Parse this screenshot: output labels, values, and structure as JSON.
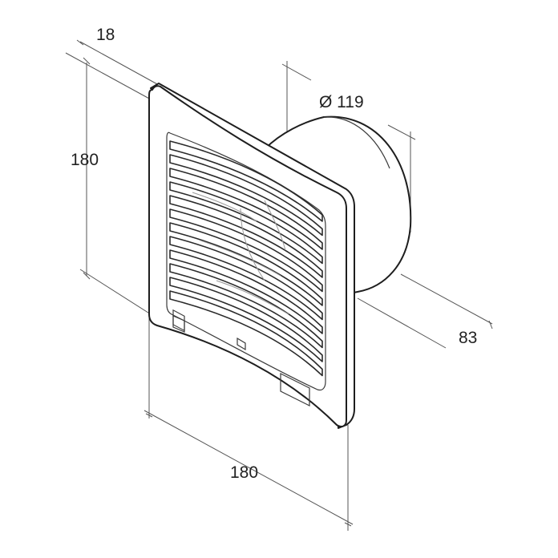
{
  "dimensions": {
    "frame_depth": "18",
    "height": "180",
    "diameter": "Ø 119",
    "spigot_length": "83",
    "width": "180"
  },
  "grille": {
    "slat_count": 12
  }
}
